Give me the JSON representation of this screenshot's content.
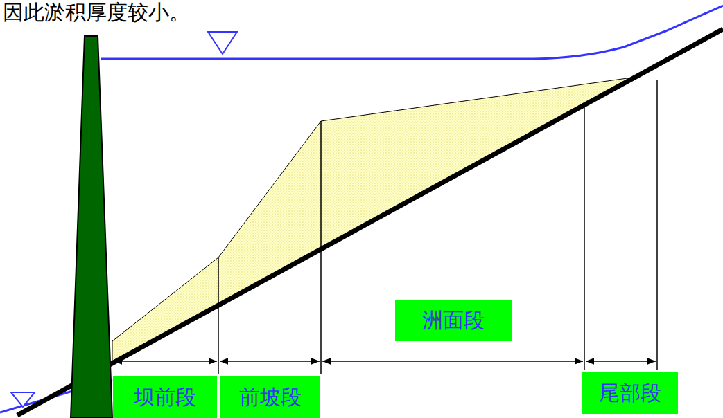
{
  "diagram": {
    "nodes": [
      {
        "text": [
          "坝前段"
        ]
      },
      {
        "text": [
          "前坡段"
        ]
      },
      {
        "text": [
          "洲面段"
        ]
      },
      {
        "text": [
          "尾部段"
        ]
      }
    ],
    "labels": [
      "因此淤积厚度较小。"
    ]
  }
}
